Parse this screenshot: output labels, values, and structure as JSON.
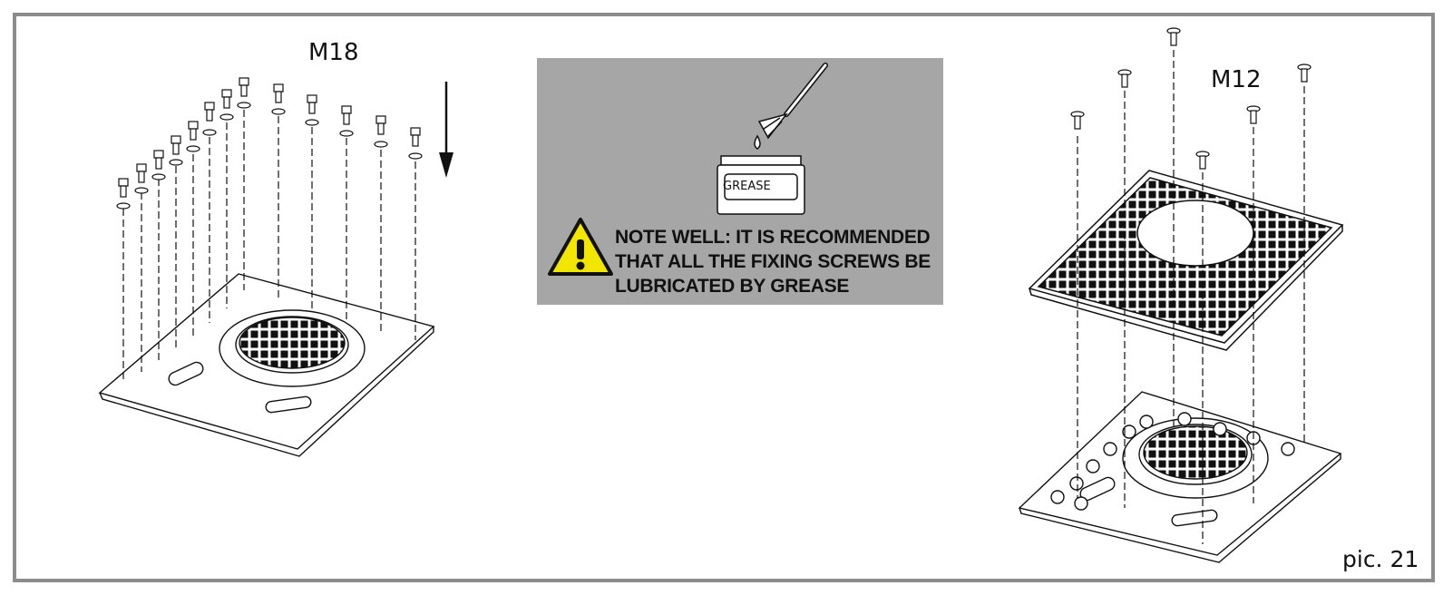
{
  "figure": {
    "label_left_screws": "M18",
    "label_right_screws": "M12",
    "caption": "pic. 21"
  },
  "note": {
    "grease_label": "GREASE",
    "warning_text": "NOTE WELL: IT IS RECOMMENDED\nTHAT ALL THE FIXING SCREWS BE\nLUBRICATED BY GREASE",
    "warning_icon": "warning-triangle-icon",
    "tool_icon": "brush-icon"
  },
  "colors": {
    "frame": "#8c8c8c",
    "note_background": "#a6a6a6",
    "warning_yellow": "#f2e600",
    "line": "#111111"
  }
}
